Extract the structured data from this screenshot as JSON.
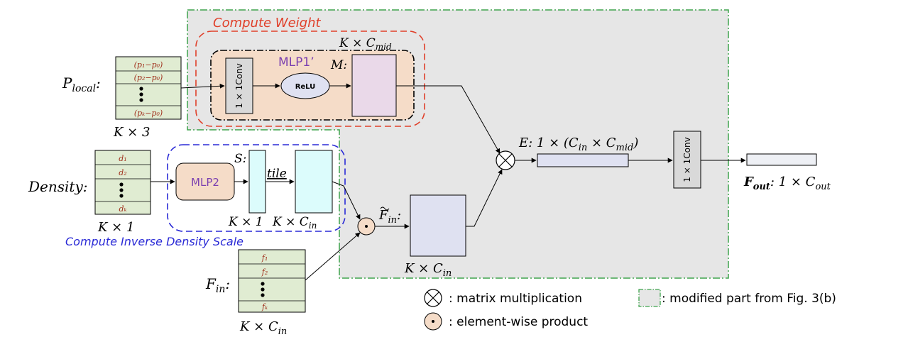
{
  "colors": {
    "modified_region_fill": "#e6e6e6",
    "modified_region_stroke": "#3fa34d",
    "compute_weight": "#e0402a",
    "inverse_density": "#2a2ad6",
    "mlp_fill": "#f5dcc8",
    "mlp_label": "#7a3fb0",
    "table_fill": "#e0ecd2",
    "cell_text": "#a0301c",
    "matrix_fill": "#dfe1f1",
    "cyan_fill": "#dcfcfc",
    "conv_fill": "#d9d9d9"
  },
  "regions": {
    "compute_weight_label": "Compute Weight",
    "inverse_density_label": "Compute Inverse Density Scale",
    "mlp1_label": "MLP1’"
  },
  "inputs": {
    "plocal": {
      "label": "P",
      "label_sub": "local",
      "label_suffix": ":",
      "rows": [
        "(p₁−p₀)",
        "(p₂−p₀)",
        "(pₖ−p₀)"
      ],
      "dim": "K × 3"
    },
    "density": {
      "label": "Density",
      "label_suffix": ":",
      "rows": [
        "d₁",
        "d₂",
        "dₖ"
      ],
      "dim": "K × 1"
    },
    "fin": {
      "label": "F",
      "label_sub": "in",
      "label_suffix": ":",
      "rows": [
        "f₁",
        "f₂",
        "fₖ"
      ],
      "dim_base": "K × C",
      "dim_sub": "in"
    }
  },
  "blocks": {
    "conv1_label": "1 × 1Conv",
    "relu_label": "ReLU",
    "m_label": "M:",
    "m_dim_base": "K × C",
    "m_dim_sub": "mid",
    "mlp2_label": "MLP2",
    "s_label": "S:",
    "s_dim": "K × 1",
    "tile_label": "tile",
    "tile_dim_base": "K × C",
    "tile_dim_sub": "in",
    "fin_tilde_base": "F",
    "fin_tilde_sub": "in",
    "fin_tilde_suffix": ":",
    "fin_tilde_dim_base": "K × C",
    "fin_tilde_dim_sub": "in",
    "e_label_prefix": "E:  1 × (C",
    "e_sub1": "in",
    "e_mid": " × C",
    "e_sub2": "mid",
    "e_suffix": ")",
    "conv2_label": "1 × 1Conv",
    "fout_base": "F",
    "fout_sub": "out",
    "fout_mid": ": 1 × C",
    "fout_dim_sub": "out"
  },
  "legend": {
    "matrix_mult": ": matrix multiplication",
    "element_wise": ": element-wise product",
    "modified_part": ": modified part from Fig. 3(b)"
  }
}
